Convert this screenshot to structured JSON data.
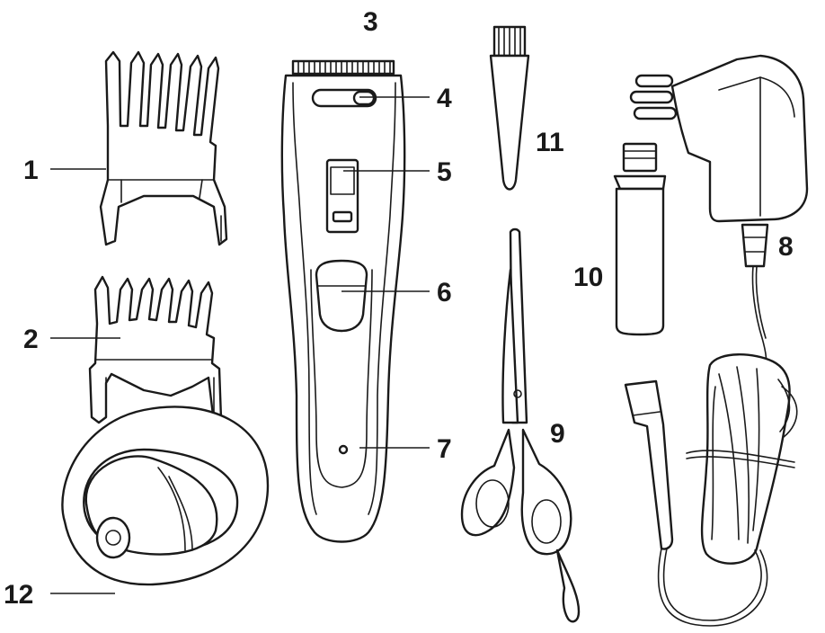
{
  "labels": {
    "l1": "1",
    "l2": "2",
    "l3": "3",
    "l4": "4",
    "l5": "5",
    "l6": "6",
    "l7": "7",
    "l8": "8",
    "l9": "9",
    "l10": "10",
    "l11": "11",
    "l12": "12"
  },
  "colors": {
    "ink": "#1a1a1a",
    "background": "#ffffff"
  }
}
